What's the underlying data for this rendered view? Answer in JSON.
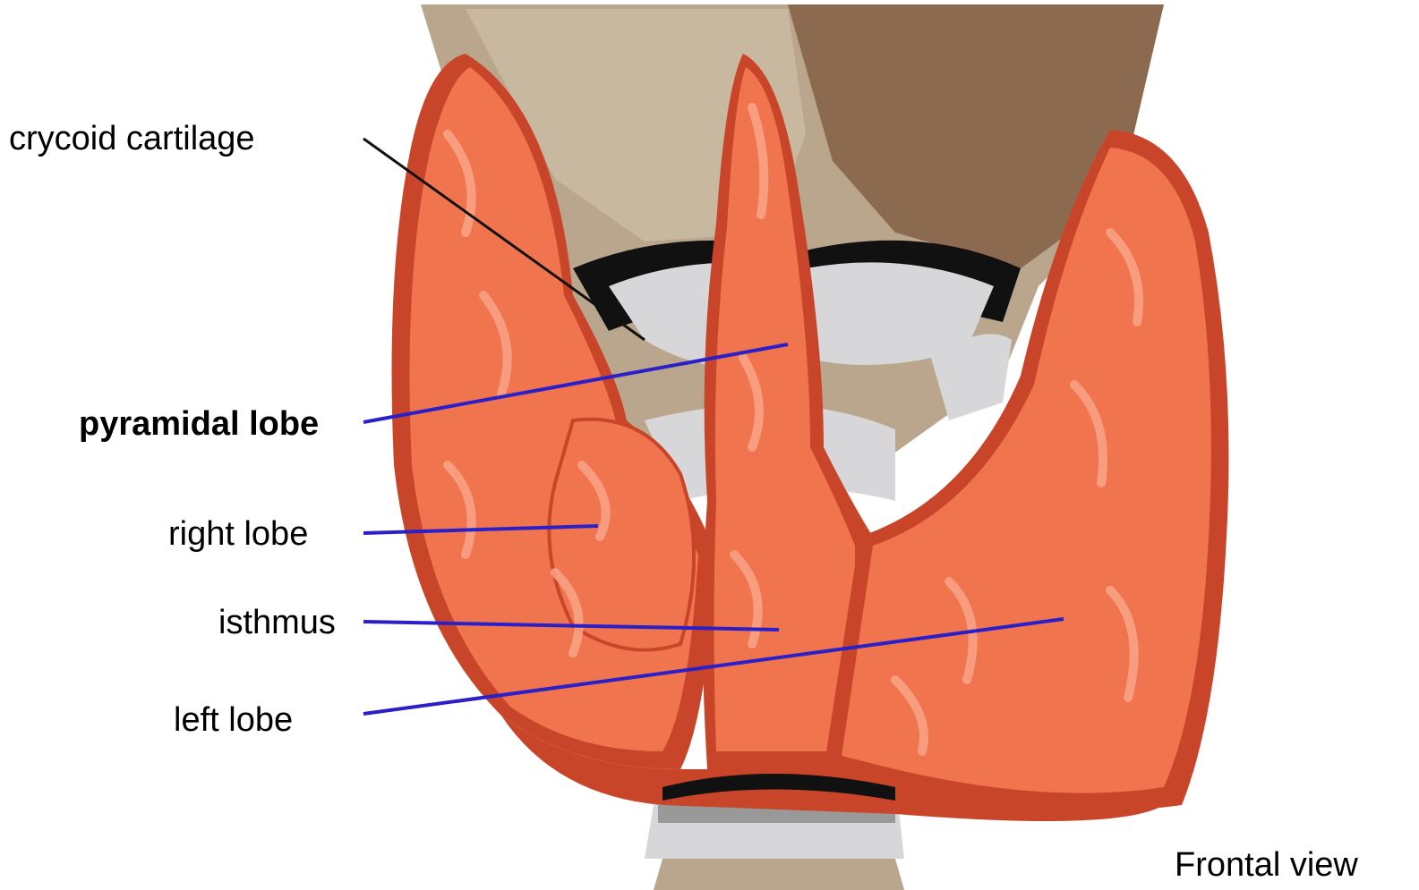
{
  "labels": {
    "crycoid": "crycoid cartilage",
    "pyramidal": "pyramidal lobe",
    "right": "right lobe",
    "isthmus": "isthmus",
    "left": "left lobe",
    "view": "Frontal view"
  },
  "colors": {
    "thyroid": "#f0744e",
    "thyroid_dark": "#c9452a",
    "thyroid_highlight": "#f9a487",
    "cartilage": "#b9a68d",
    "cartilage_dark": "#7a6048",
    "ligament": "#d7d7d9",
    "pointer_blue": "#2b20c8",
    "pointer_black": "#111111"
  }
}
